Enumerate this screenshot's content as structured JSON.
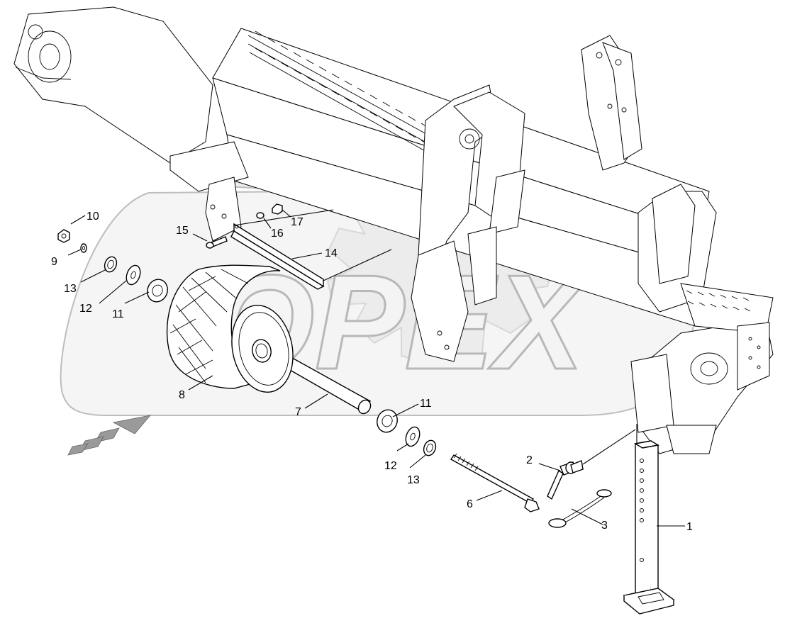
{
  "diagram": {
    "part_labels": [
      {
        "id": "1",
        "name": "support-leg"
      },
      {
        "id": "2",
        "name": "pin"
      },
      {
        "id": "3",
        "name": "lynch-pin"
      },
      {
        "id": "6",
        "name": "bolt"
      },
      {
        "id": "7",
        "name": "axle-tube"
      },
      {
        "id": "8",
        "name": "wheel"
      },
      {
        "id": "9",
        "name": "washer-left"
      },
      {
        "id": "10",
        "name": "nut-left"
      },
      {
        "id": "11",
        "name": "bearing"
      },
      {
        "id": "12",
        "name": "washer"
      },
      {
        "id": "13",
        "name": "seal-ring"
      },
      {
        "id": "14",
        "name": "scraper"
      },
      {
        "id": "15",
        "name": "scraper-bolt"
      },
      {
        "id": "16",
        "name": "spring-washer"
      },
      {
        "id": "17",
        "name": "scraper-nut"
      }
    ],
    "labels": {
      "l1": "1",
      "l2": "2",
      "l3": "3",
      "l6": "6",
      "l7": "7",
      "l8": "8",
      "l9": "9",
      "l10": "10",
      "l11a": "11",
      "l11b": "11",
      "l12a": "12",
      "l12b": "12",
      "l13a": "13",
      "l13b": "13",
      "l14": "14",
      "l15": "15",
      "l16": "16",
      "l17": "17"
    },
    "watermark": "OPEX",
    "colors": {
      "line": "#000000",
      "watermark_fill": "#ececec",
      "watermark_stroke": "#bdbdbd",
      "arrow": "#9a9a9a"
    }
  }
}
